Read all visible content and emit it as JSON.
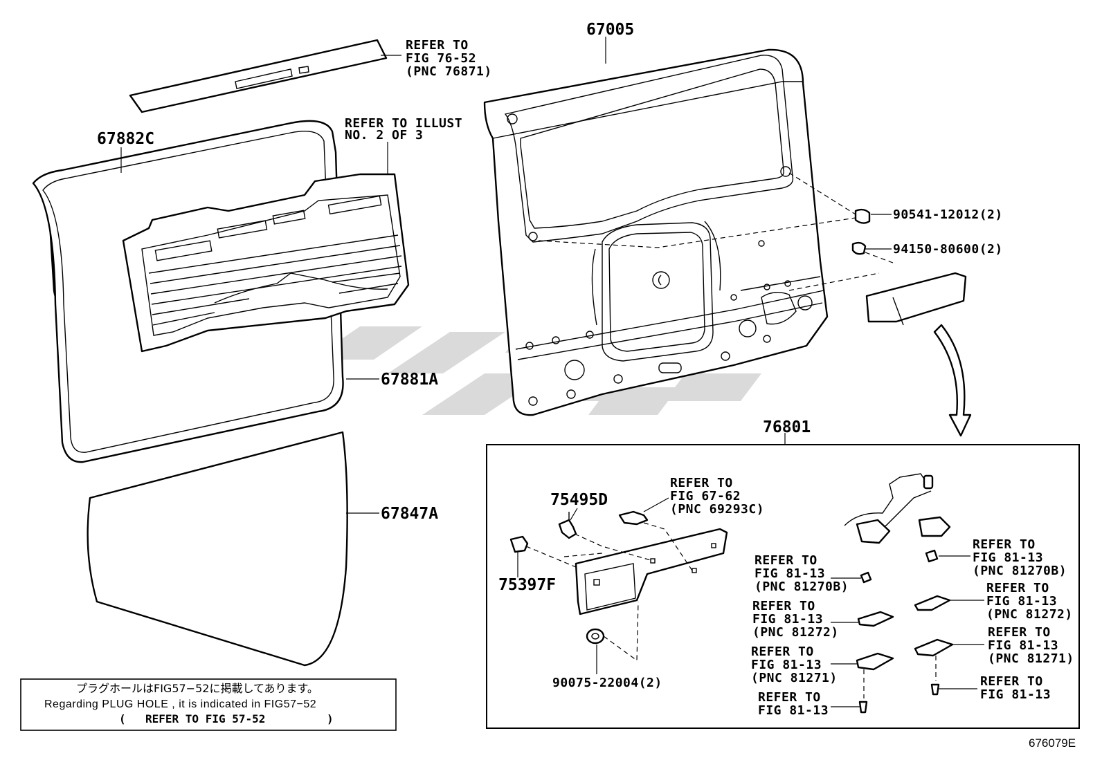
{
  "parts": {
    "back_door_panel": "67005",
    "glass_weatherstrip": "67882C",
    "door_weatherstrip": "67881A",
    "service_hole_cover": "67847A",
    "license_garnish_assy": "76801",
    "clip_d": "75495D",
    "clip_f": "75397F",
    "nut": "90541-12012(2)",
    "clip_pair": "94150-80600(2)",
    "hole_plug": "90075-22004(2)"
  },
  "references": {
    "garnish_ref": [
      "REFER TO",
      "FIG 76-52",
      "(PNC 76871)"
    ],
    "glass_ref": [
      "REFER TO ILLUST",
      "NO. 2  OF 3"
    ],
    "sensor_ref": [
      "REFER TO",
      "FIG 67-62",
      "(PNC 69293C)"
    ],
    "bulb_left": [
      "REFER TO",
      "FIG 81-13",
      "(PNC 81270B)"
    ],
    "bulb_right": [
      "REFER TO",
      "FIG 81-13",
      "(PNC 81270B)"
    ],
    "lens_left": [
      "REFER TO",
      "FIG 81-13",
      "(PNC 81272)"
    ],
    "lens_right": [
      "REFER TO",
      "FIG 81-13",
      "(PNC 81272)"
    ],
    "housing_left": [
      "REFER TO",
      "FIG 81-13",
      "(PNC 81271)"
    ],
    "housing_right": [
      "REFER TO",
      "FIG 81-13",
      "(PNC 81271)"
    ],
    "screw_left": [
      "REFER TO",
      "FIG 81-13"
    ],
    "screw_right": [
      "REFER TO",
      "FIG 81-13"
    ]
  },
  "note": {
    "japanese": "プラグホールはFIG57−52に掲載してあります。",
    "english": "Regarding PLUG HOLE , it is indicated in FIG57−52",
    "open_paren": "(",
    "refer": "REFER TO FIG 57-52",
    "close_paren": ")"
  },
  "figure_id": "676079E"
}
